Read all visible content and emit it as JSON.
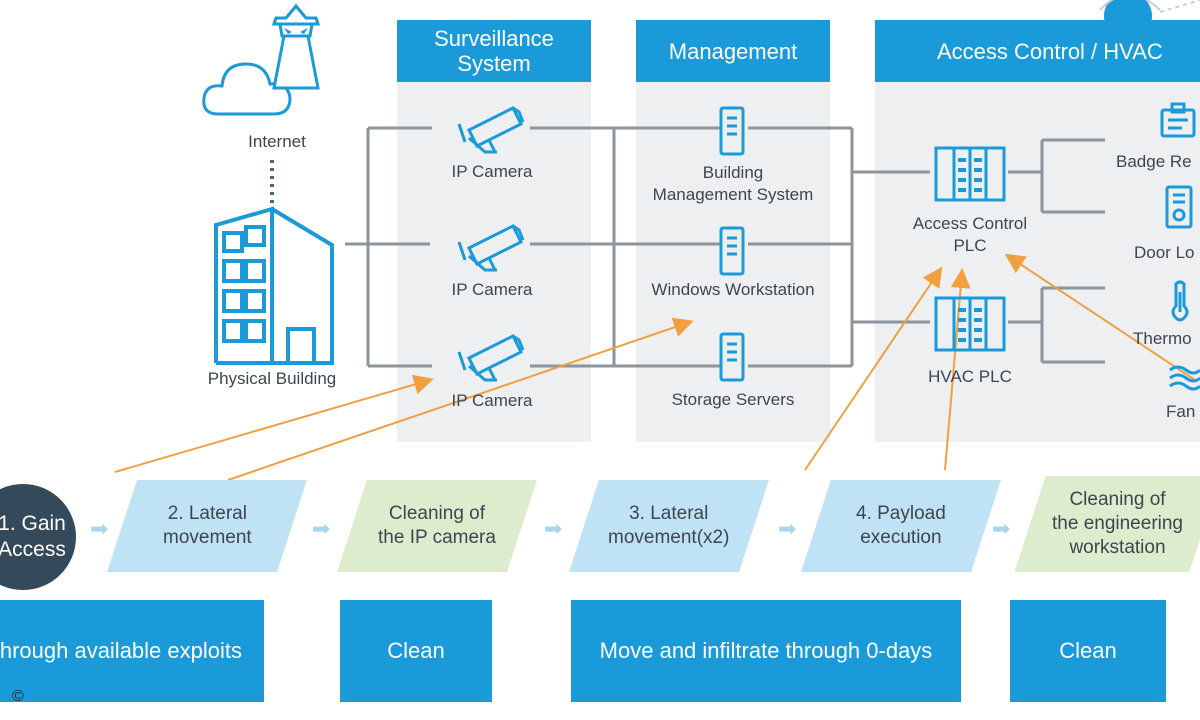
{
  "headers": {
    "surveillance": "Surveillance\nSystem",
    "management": "Management",
    "access_hvac": "Access Control / HVAC"
  },
  "left": {
    "internet": "Internet",
    "physical_building": "Physical Building"
  },
  "surveillance_items": [
    "IP Camera",
    "IP Camera",
    "IP Camera"
  ],
  "management_items": [
    "Building\nManagement System",
    "Windows Workstation",
    "Storage Servers"
  ],
  "plc_items": [
    "Access Control\nPLC",
    "HVAC PLC"
  ],
  "device_items": [
    "Badge Re",
    "Door Lo",
    "Thermo",
    "Fan"
  ],
  "steps": [
    {
      "label": "1. Gain\nAccess",
      "style": "circle"
    },
    {
      "label": "2. Lateral\nmovement",
      "style": "blue"
    },
    {
      "label": "Cleaning of\nthe IP camera",
      "style": "green"
    },
    {
      "label": "3. Lateral\nmovement(x2)",
      "style": "blue"
    },
    {
      "label": "4. Payload\nexecution",
      "style": "blue"
    },
    {
      "label": "Cleaning of\nthe engineering\nworkstation",
      "style": "green"
    }
  ],
  "bottom_boxes": [
    "Break in through available exploits",
    "Clean",
    "Move and infiltrate through 0-days",
    "Clean"
  ],
  "copyright": "©",
  "colors": {
    "header_blue": "#1a9ad8",
    "panel_gray": "#eeeff0",
    "line_gray": "#8c949c",
    "icon_blue": "#1a9ad8",
    "arrow_orange": "#f0a040",
    "step_blue": "#bfe3f5",
    "step_green": "#ddeccd",
    "circle_dark": "#34495a"
  }
}
